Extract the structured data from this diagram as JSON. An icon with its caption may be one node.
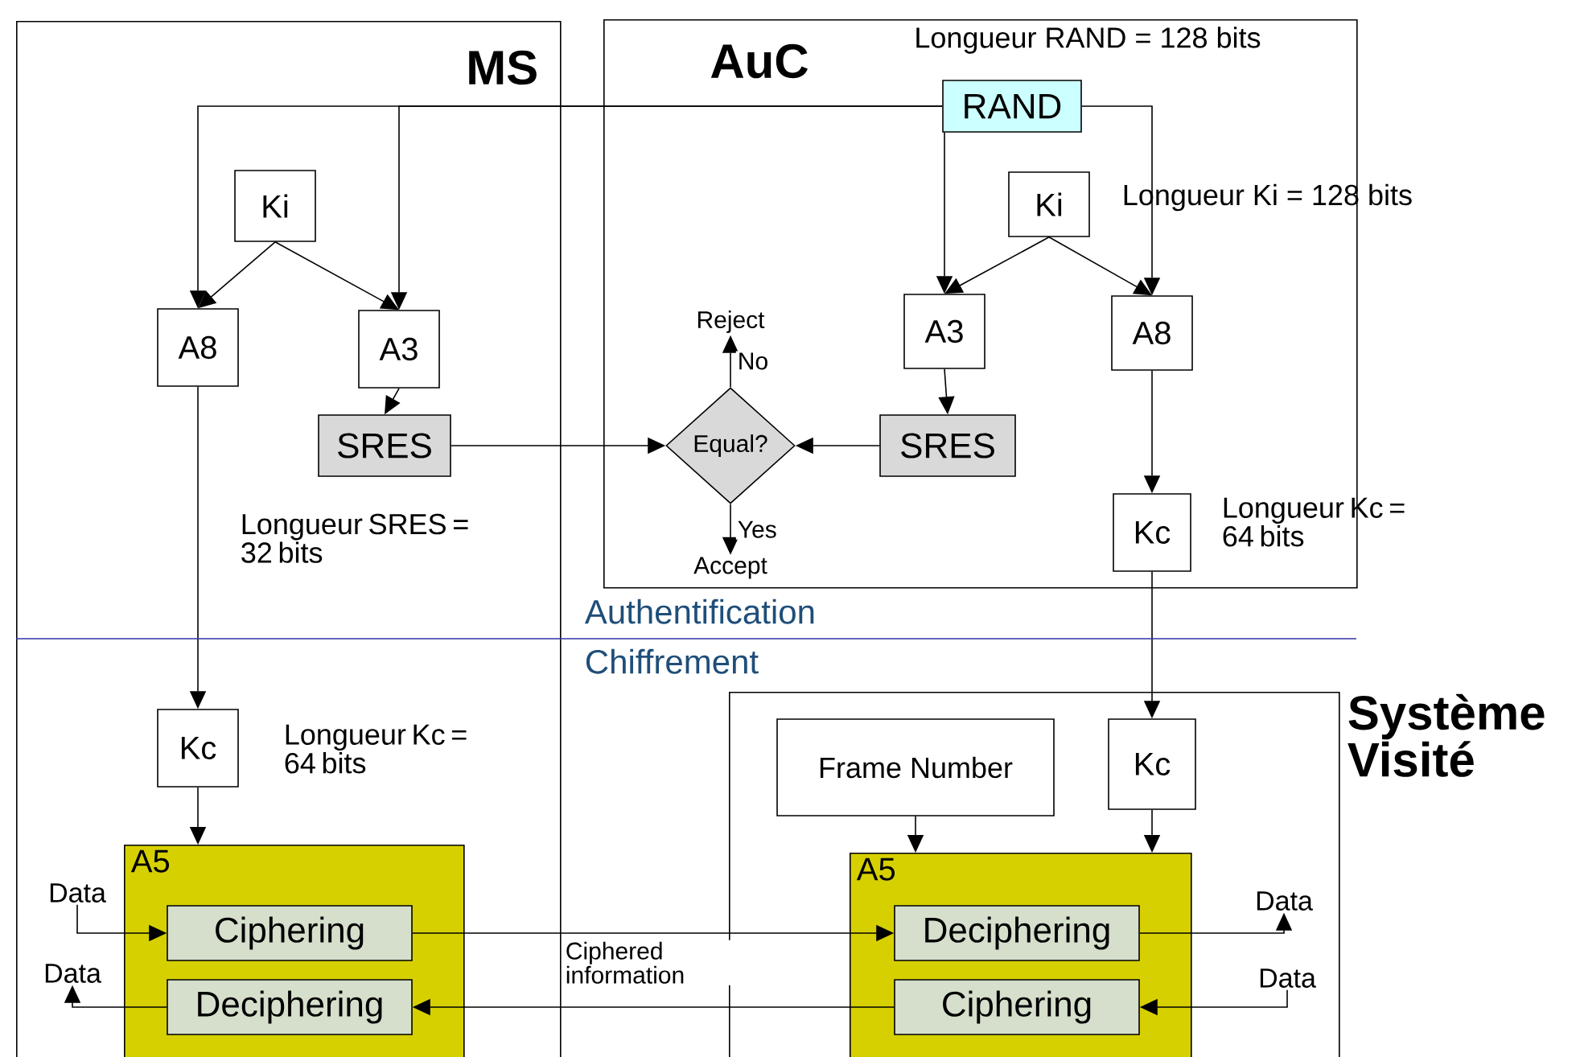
{
  "diagram": {
    "nodes": [
      {
        "text": [
          "MS"
        ]
      },
      {
        "text": [
          "AuC"
        ]
      },
      {
        "text": [
          "Système Visité"
        ]
      },
      {
        "text": [
          "Ki"
        ],
        "in": 0
      },
      {
        "text": [
          "A8"
        ],
        "in": 0
      },
      {
        "text": [
          "A3"
        ],
        "in": 0
      },
      {
        "text": [
          "SRES"
        ],
        "in": 0,
        "beside": [
          "Longueur SRES = 32 bits"
        ]
      },
      {
        "text": [
          "Kc"
        ],
        "in": 0,
        "beside": [
          "Longueur Kc = 64 bits"
        ]
      },
      {
        "text": [
          "A5"
        ],
        "in": 0
      },
      {
        "text": [
          "Ciphering"
        ],
        "in": 8
      },
      {
        "text": [
          "Deciphering"
        ],
        "in": 8
      },
      {
        "text": [
          "Data"
        ],
        "in": 0
      },
      {
        "text": [
          "Data"
        ],
        "in": 0
      },
      {
        "text": [
          "RAND"
        ],
        "in": 1,
        "beside": [
          "Longueur RAND = 128 bits"
        ]
      },
      {
        "text": [
          "Ki"
        ],
        "in": 1,
        "beside": [
          "Longueur Ki = 128 bits"
        ]
      },
      {
        "text": [
          "A3"
        ],
        "in": 1
      },
      {
        "text": [
          "A8"
        ],
        "in": 1
      },
      {
        "text": [
          "SRES"
        ],
        "in": 1
      },
      {
        "text": [
          "Equal?"
        ],
        "in": 1
      },
      {
        "text": [
          "Reject"
        ],
        "in": 1
      },
      {
        "text": [
          "Accept"
        ],
        "in": 1
      },
      {
        "text": [
          "Kc"
        ],
        "in": 1,
        "beside": [
          "Longueur Kc = 64 bits"
        ]
      },
      {
        "text": [
          "Frame Number"
        ],
        "in": 2
      },
      {
        "text": [
          "Kc"
        ],
        "in": 2
      },
      {
        "text": [
          "A5"
        ],
        "in": 2
      },
      {
        "text": [
          "Deciphering"
        ],
        "in": 24
      },
      {
        "text": [
          "Ciphering"
        ],
        "in": 24
      },
      {
        "text": [
          "Data"
        ],
        "in": 2
      },
      {
        "text": [
          "Data"
        ],
        "in": 2
      }
    ],
    "edges": [
      {
        "from": 13,
        "to": 4,
        "arrow": "to"
      },
      {
        "from": 13,
        "to": 5,
        "arrow": "to"
      },
      {
        "from": 13,
        "to": 15,
        "arrow": "to"
      },
      {
        "from": 13,
        "to": 16,
        "arrow": "to"
      },
      {
        "from": 3,
        "to": 4,
        "arrow": "to"
      },
      {
        "from": 3,
        "to": 5,
        "arrow": "to"
      },
      {
        "from": 5,
        "to": 6,
        "arrow": "to"
      },
      {
        "from": 6,
        "to": 18,
        "arrow": "to"
      },
      {
        "from": 14,
        "to": 15,
        "arrow": "to"
      },
      {
        "from": 14,
        "to": 16,
        "arrow": "to"
      },
      {
        "from": 15,
        "to": 17,
        "arrow": "to"
      },
      {
        "from": 17,
        "to": 18,
        "arrow": "to"
      },
      {
        "from": 18,
        "to": 19,
        "arrow": "to",
        "label": "No"
      },
      {
        "from": 18,
        "to": 20,
        "arrow": "to",
        "label": "Yes"
      },
      {
        "from": 16,
        "to": 21,
        "arrow": "to"
      },
      {
        "from": 4,
        "to": 7,
        "arrow": "to"
      },
      {
        "from": 7,
        "to": 8,
        "arrow": "to"
      },
      {
        "from": 11,
        "to": 9,
        "arrow": "to"
      },
      {
        "from": 10,
        "to": 12,
        "arrow": "to"
      },
      {
        "from": 9,
        "to": 25,
        "arrow": "to"
      },
      {
        "from": 26,
        "to": 10,
        "arrow": "to"
      },
      {
        "from": 21,
        "to": 23,
        "arrow": "to"
      },
      {
        "from": 22,
        "to": 24,
        "arrow": "to"
      },
      {
        "from": 23,
        "to": 24,
        "arrow": "to"
      },
      {
        "from": 25,
        "to": 27,
        "arrow": "to"
      },
      {
        "from": 28,
        "to": 26,
        "arrow": "to"
      }
    ],
    "labels": [
      "Authentification",
      "Chiffrement",
      "Ciphered information"
    ]
  }
}
